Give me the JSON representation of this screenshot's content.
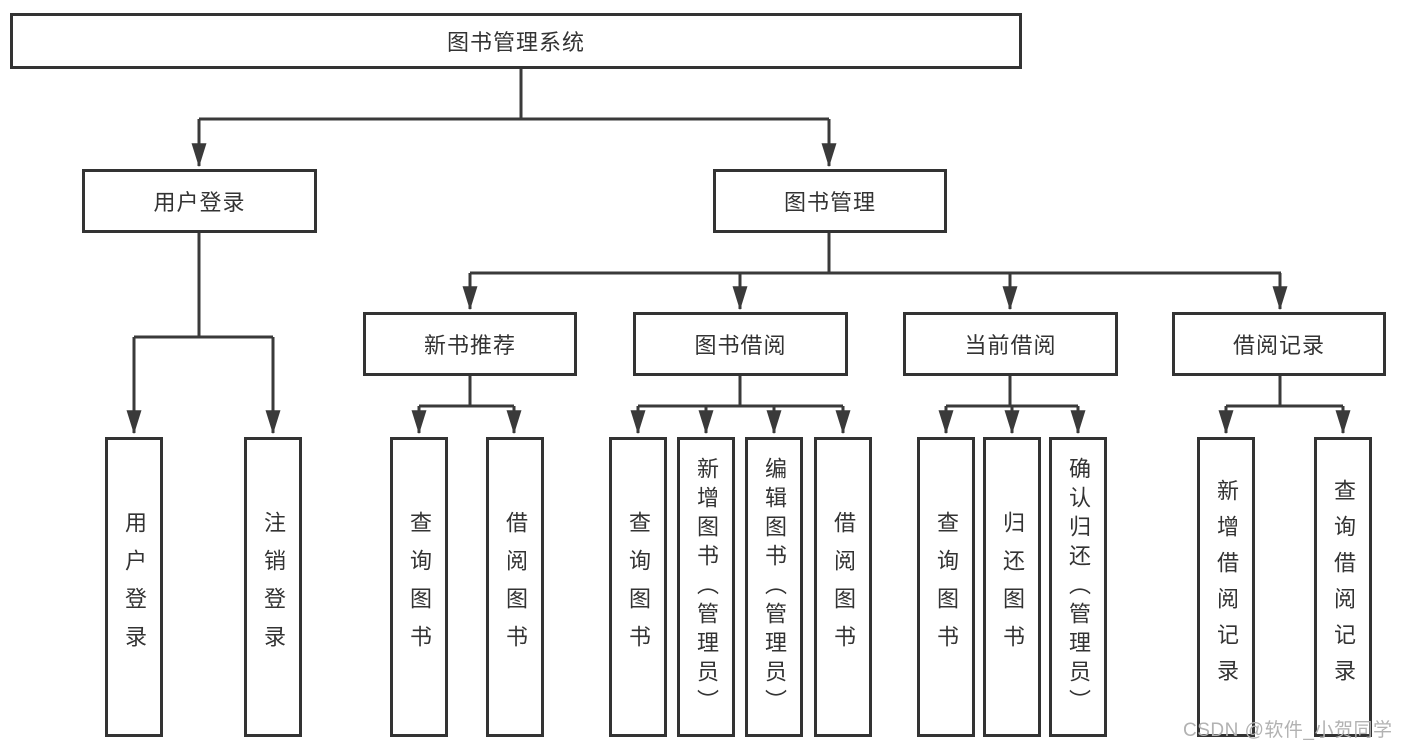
{
  "tree": {
    "label": "图书管理系统",
    "children": [
      {
        "label": "用户登录",
        "children": [
          {
            "label": "用户登录"
          },
          {
            "label": "注销登录"
          }
        ]
      },
      {
        "label": "图书管理",
        "children": [
          {
            "label": "新书推荐",
            "children": [
              {
                "label": "查询图书"
              },
              {
                "label": "借阅图书"
              }
            ]
          },
          {
            "label": "图书借阅",
            "children": [
              {
                "label": "查询图书"
              },
              {
                "label": "新增图书（管理员）"
              },
              {
                "label": "编辑图书（管理员）"
              },
              {
                "label": "借阅图书"
              }
            ]
          },
          {
            "label": "当前借阅",
            "children": [
              {
                "label": "查询图书"
              },
              {
                "label": "归还图书"
              },
              {
                "label": "确认归还（管理员）"
              }
            ]
          },
          {
            "label": "借阅记录",
            "children": [
              {
                "label": "新增借阅记录"
              },
              {
                "label": "查询借阅记录"
              }
            ]
          }
        ]
      }
    ]
  },
  "watermark": {
    "text": "CSDN @软件_小贺同学"
  },
  "colors": {
    "line": "#3a3a3a",
    "box_border": "#333333",
    "text": "#333333",
    "watermark": "#b2b2b2",
    "background": "#ffffff"
  }
}
